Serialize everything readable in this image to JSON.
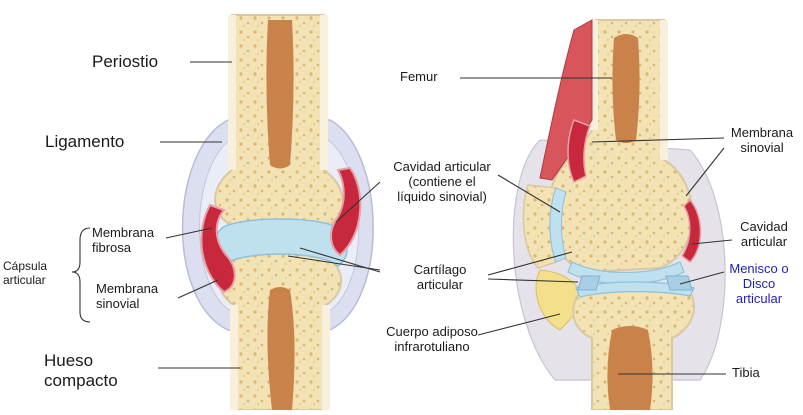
{
  "left_diagram": {
    "periostio": "Periostio",
    "ligamento": "Ligamento",
    "capsula_group": "Cápsula articular",
    "membrana_fibrosa": "Membrana fibrosa",
    "membrana_sinovial": "Membrana sinovial",
    "hueso_compacto": "Hueso compacto"
  },
  "center_labels": {
    "cavidad": "Cavidad articular (contiene el líquido sinovial)",
    "cartilago": "Cartílago articular",
    "cuerpo_adiposo": "Cuerpo adiposo infrarotuliano"
  },
  "right_diagram": {
    "femur": "Femur",
    "membrana_sinovial": "Membrana sinovial",
    "cavidad_articular": "Cavidad articular",
    "menisco": "Menisco o Disco articular",
    "tibia": "Tibia"
  },
  "colors": {
    "bone_spongy": "#f3e2b4",
    "marrow": "#c9834a",
    "cortical": "#f7f0dc",
    "cartilage": "#bfe0ef",
    "synovial_red": "#c8283c",
    "capsule": "#d9dcee",
    "label_blue": "#1f1fb8",
    "leader": "#333333"
  }
}
